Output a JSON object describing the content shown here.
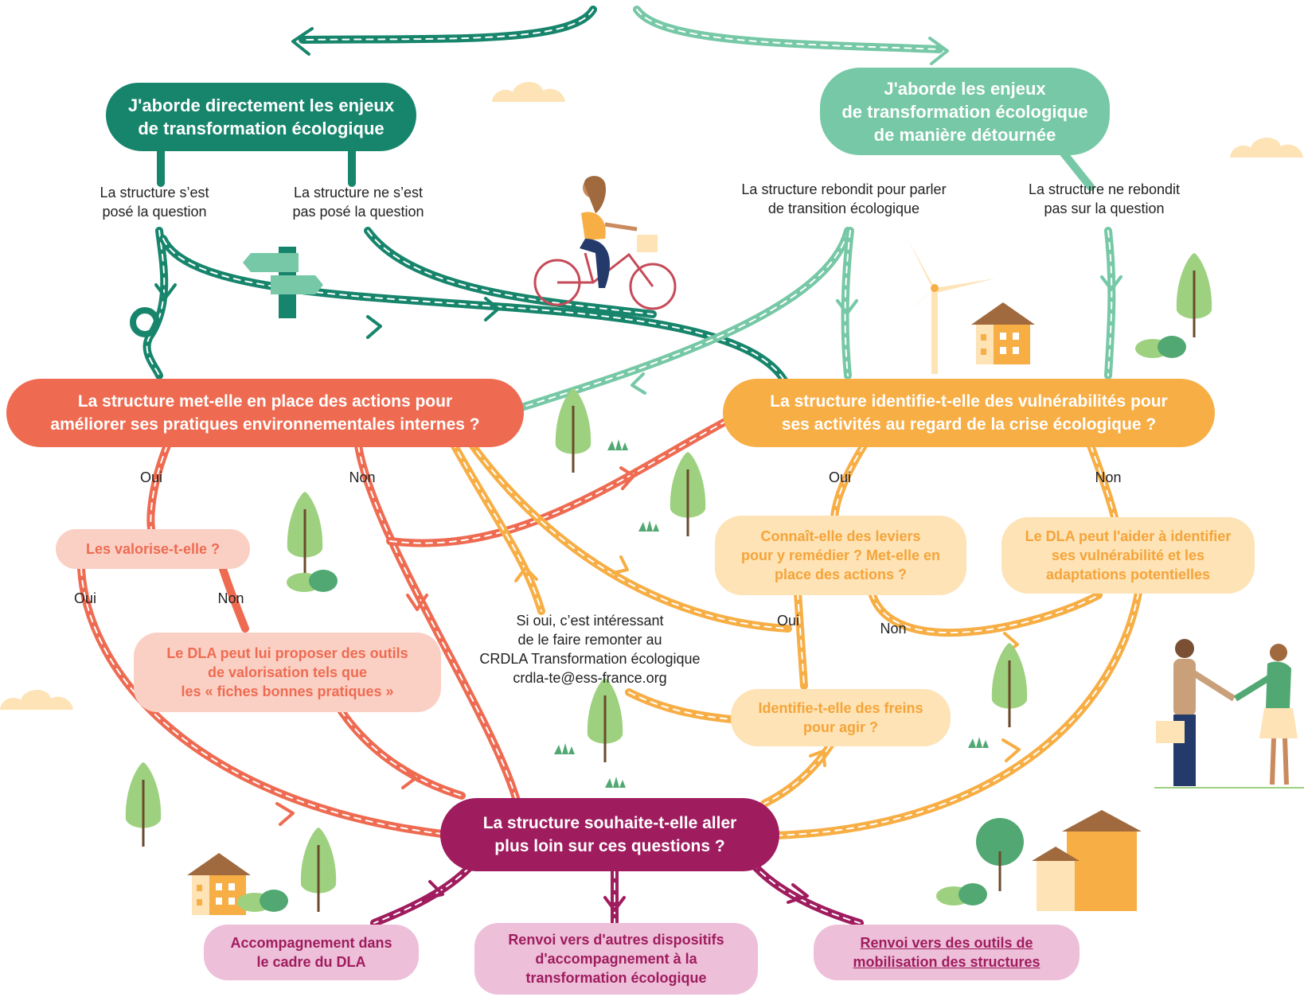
{
  "colors": {
    "dark_green": "#17856c",
    "light_green": "#76c8a6",
    "red": "#ee6b52",
    "orange": "#f7ae45",
    "purple": "#9f1c5e",
    "peach": "#fbd0c4",
    "cream": "#fde3b5",
    "pink": "#edbfd9"
  },
  "nodes": {
    "direct": "J'aborde directement les enjeux\nde transformation écologique",
    "indirect": "J'aborde les enjeux\nde transformation écologique\nde manière détournée",
    "internal_actions": "La structure met-elle en place des actions pour\naméliorer ses pratiques environnementales internes ?",
    "vulnerabilities": "La structure identifie-t-elle des vulnérabilités pour\nses activités au regard de la crise écologique ?",
    "valorise": "Les valorise-t-elle ?",
    "valorisation_tools": "Le DLA peut lui proposer des outils\nde valorisation tels que\nles « fiches bonnes pratiques »",
    "levers": "Connaît-elle des leviers\npour y remédier ? Met-elle en\nplace des actions ?",
    "dla_identify": "Le DLA peut l'aider à identifier\nses vulnérabilité et les\nadaptations potentielles",
    "obstacles": "Identifie-t-elle des freins\npour agir ?",
    "go_further": "La structure souhaite-t-elle aller\nplus loin sur ces questions ?",
    "outcome_dla": "Accompagnement dans\nle cadre du DLA",
    "outcome_other": "Renvoi vers d'autres dispositifs\nd'accompagnement à la\ntransformation écologique",
    "outcome_tools": "Renvoi vers des outils de\nmobilisation des structures"
  },
  "labels": {
    "asked_question": "La structure s’est\nposé la question",
    "not_asked_question": "La structure ne s’est\npas posé la question",
    "bounces": "La structure rebondit pour parler\nde transition écologique",
    "not_bounces": "La structure ne rebondit\npas sur la question",
    "feedback_note": "Si oui, c’est intéressant\nde le faire remonter au\nCRDLA Transformation écologique\ncrdla-te@ess-france.org",
    "oui": "Oui",
    "non": "Non"
  }
}
